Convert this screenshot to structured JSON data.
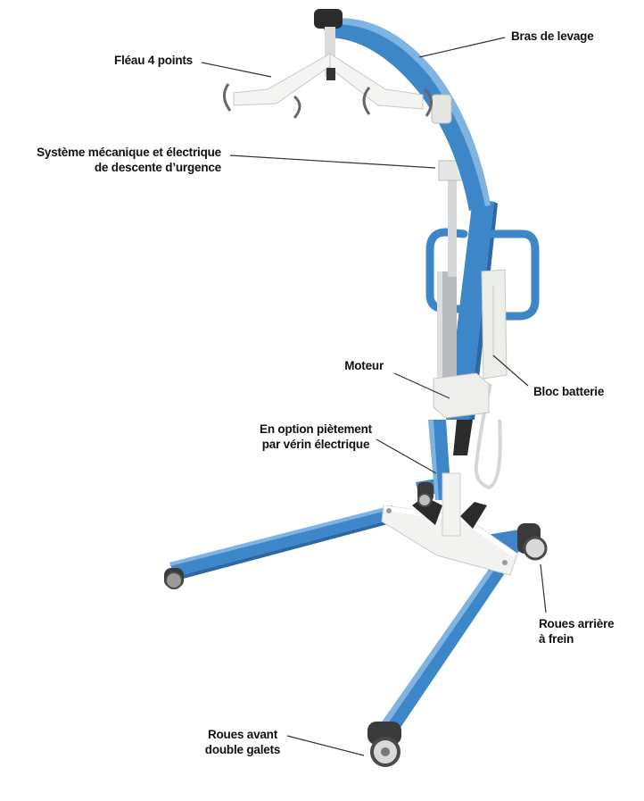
{
  "colors": {
    "frame_blue": "#3d86c8",
    "frame_blue_dark": "#2a68a6",
    "frame_highlight": "#7fb3e2",
    "white_parts": "#f2f2f0",
    "mast_grey": "#c9cbcc",
    "wheel_grey": "#6e6e6e",
    "leader_line": "#333333"
  },
  "labels": {
    "arm": {
      "lines": [
        "Bras de levage"
      ]
    },
    "spreader": {
      "lines": [
        "Fléau 4 points"
      ]
    },
    "emergency": {
      "lines": [
        "Système mécanique et électrique",
        "de descente d’urgence"
      ]
    },
    "motor": {
      "lines": [
        "Moteur"
      ]
    },
    "battery": {
      "lines": [
        "Bloc batterie"
      ]
    },
    "base_option": {
      "lines": [
        "En option piètement",
        "par vérin électrique"
      ]
    },
    "rear_wheels": {
      "lines": [
        "Roues arrière",
        "à frein"
      ]
    },
    "front_wheels": {
      "lines": [
        "Roues avant",
        "double galets"
      ]
    }
  }
}
